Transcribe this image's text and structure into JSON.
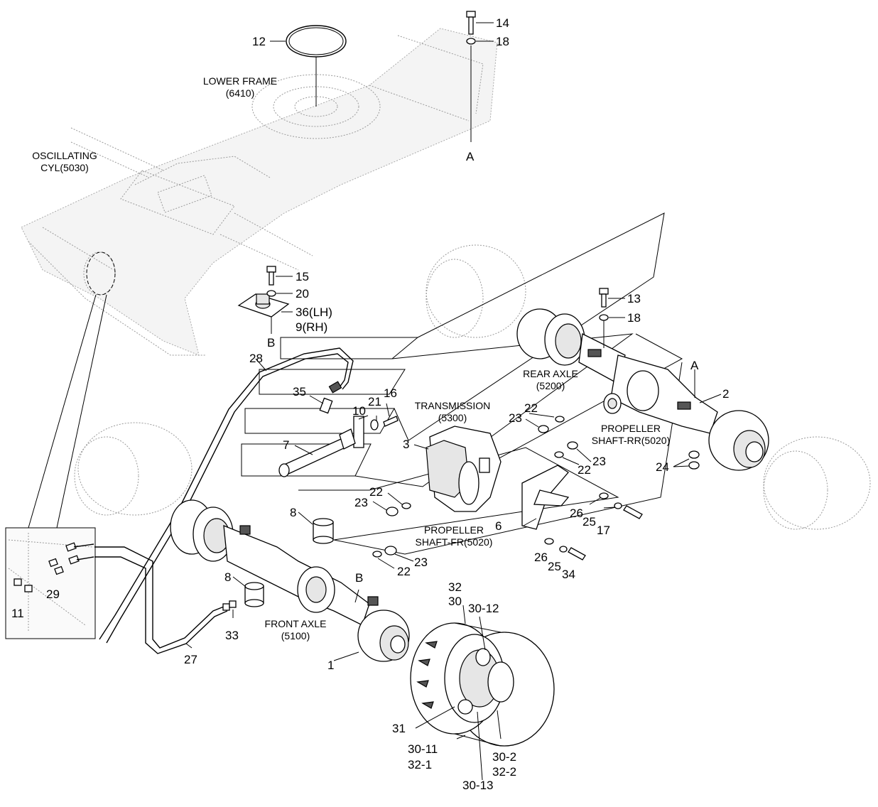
{
  "assembly_captions": {
    "lower_frame": [
      "LOWER FRAME",
      "(6410)"
    ],
    "oscillating_cyl": [
      "OSCILLATING",
      "CYL(5030)"
    ],
    "rear_axle": [
      "REAR AXLE",
      "(5200)"
    ],
    "transmission": [
      "TRANSMISSION",
      "(5300)"
    ],
    "propeller_rr": [
      "PROPELLER",
      "SHAFT-RR(5020)"
    ],
    "propeller_fr": [
      "PROPELLER",
      "SHAFT-FR(5020)"
    ],
    "front_axle": [
      "FRONT AXLE",
      "(5100)"
    ]
  },
  "callouts": {
    "n12": "12",
    "n14": "14",
    "n18a": "18",
    "refA1": "A",
    "n15": "15",
    "n20": "20",
    "n36": "36(LH)",
    "n9": "9(RH)",
    "refB1": "B",
    "n13": "13",
    "n18b": "18",
    "refA2": "A",
    "n2": "2",
    "n28": "28",
    "n35": "35",
    "n16": "16",
    "n21": "21",
    "n10": "10",
    "n7": "7",
    "n3": "3",
    "n22a": "22",
    "n23a": "23",
    "n22b": "22",
    "n23b": "23",
    "n24": "24",
    "n22c": "22",
    "n23c": "23",
    "n8a": "8",
    "n26a": "26",
    "n25a": "25",
    "n17": "17",
    "n6": "6",
    "n26b": "26",
    "n25b": "25",
    "n34": "34",
    "n22d": "22",
    "n23d": "23",
    "refB2": "B",
    "n29": "29",
    "n11": "11",
    "n8b": "8",
    "n33": "33",
    "n27": "27",
    "n1": "1",
    "n32": "32",
    "n30": "30",
    "n30_12": "30-12",
    "n31": "31",
    "n30_11": "30-11",
    "n32_1": "32-1",
    "n30_2": "30-2",
    "n32_2": "32-2",
    "n30_13": "30-13"
  }
}
